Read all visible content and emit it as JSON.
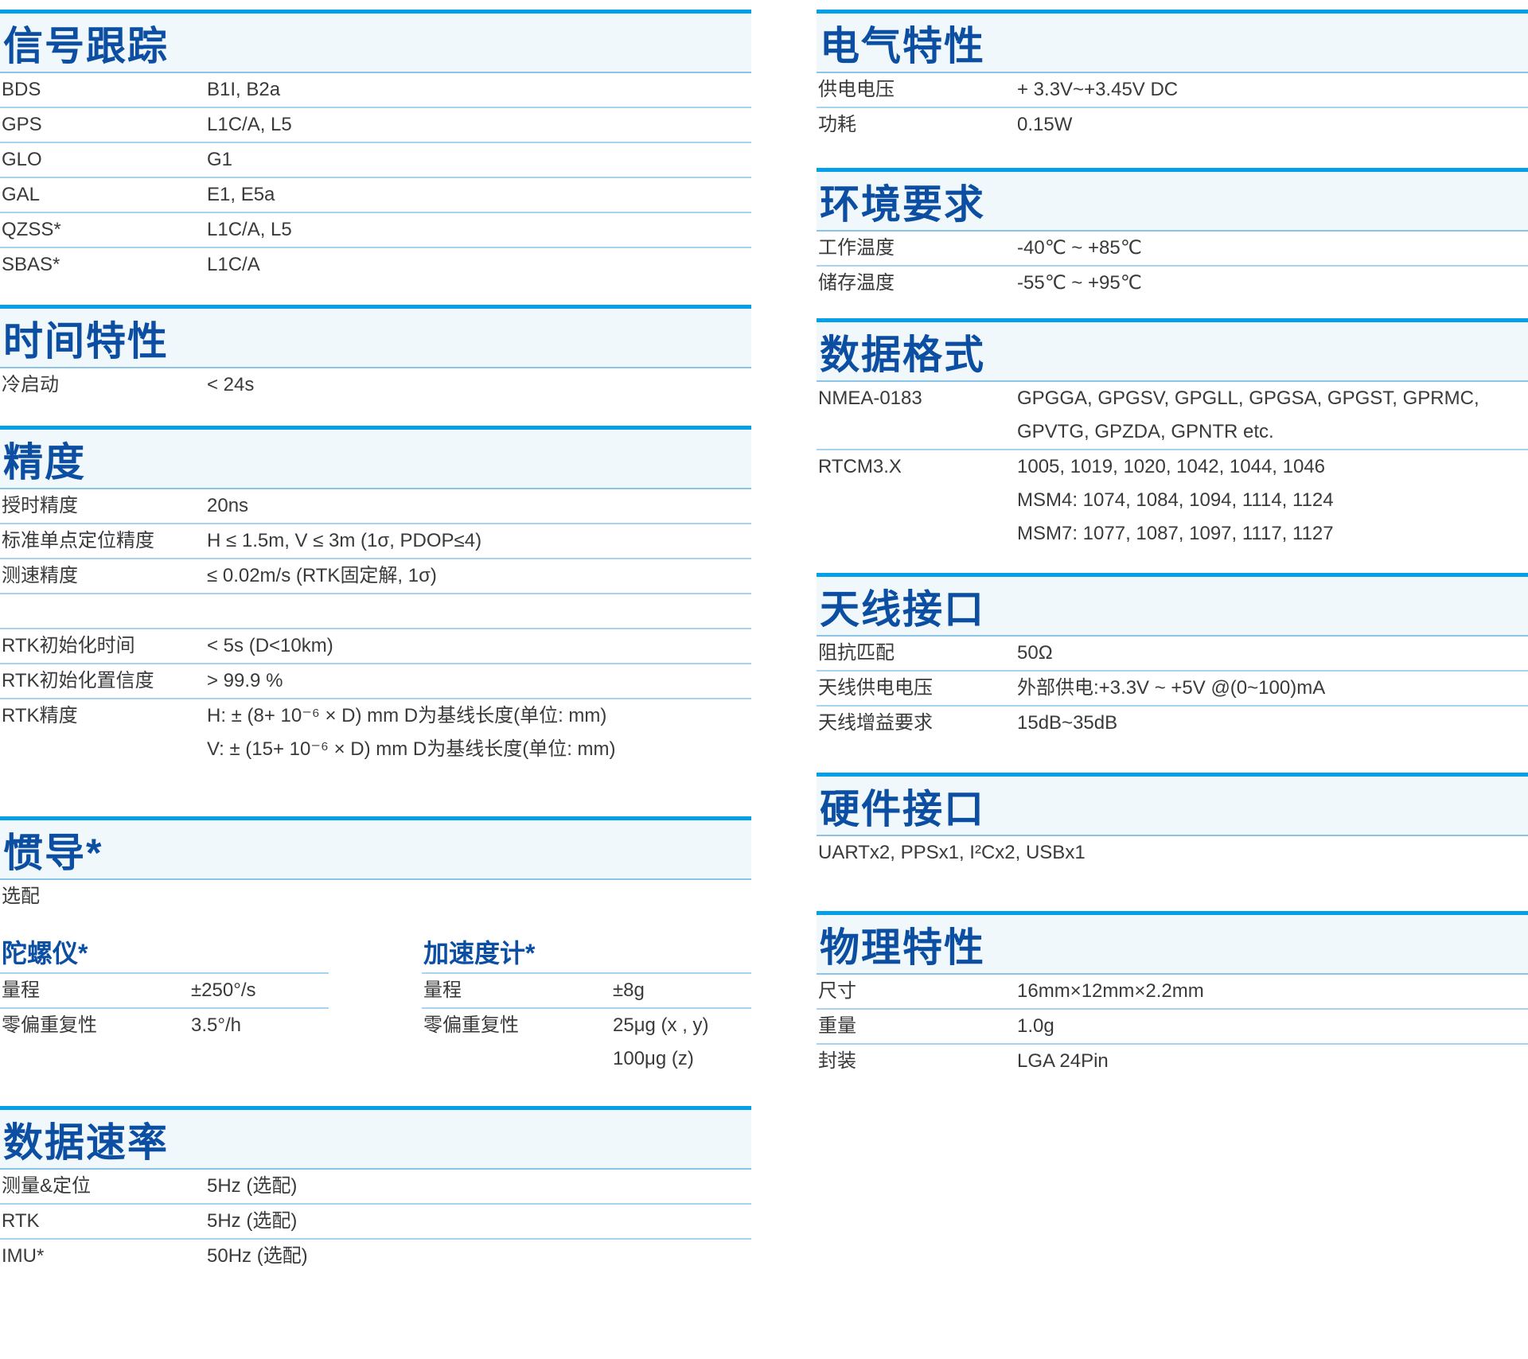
{
  "left": [
    {
      "title": "信号跟踪",
      "rows": [
        {
          "label": "BDS",
          "values": [
            "B1I, B2a"
          ]
        },
        {
          "label": "GPS",
          "values": [
            "L1C/A, L5"
          ]
        },
        {
          "label": "GLO",
          "values": [
            "G1"
          ]
        },
        {
          "label": "GAL",
          "values": [
            "E1, E5a"
          ]
        },
        {
          "label": "QZSS*",
          "values": [
            "L1C/A, L5"
          ]
        },
        {
          "label": "SBAS*",
          "values": [
            "L1C/A"
          ]
        }
      ]
    },
    {
      "title": "时间特性",
      "rows": [
        {
          "label": "冷启动",
          "values": [
            "< 24s"
          ]
        }
      ]
    },
    {
      "title": "精度",
      "rows": [
        {
          "label": "授时精度",
          "values": [
            "20ns"
          ]
        },
        {
          "label": "标准单点定位精度",
          "values": [
            "H ≤ 1.5m, V ≤ 3m (1σ, PDOP≤4)"
          ]
        },
        {
          "label": "测速精度",
          "values": [
            "≤ 0.02m/s (RTK固定解, 1σ)"
          ]
        },
        {
          "label": "",
          "values": [
            ""
          ]
        },
        {
          "label": "RTK初始化时间",
          "values": [
            "< 5s (D<10km)"
          ]
        },
        {
          "label": "RTK初始化置信度",
          "values": [
            "> 99.9 %"
          ]
        },
        {
          "label": "RTK精度",
          "values": [
            "H: ± (8+ 10⁻⁶ × D) mm      D为基线长度(单位: mm)",
            "V: ± (15+ 10⁻⁶ × D) mm    D为基线长度(单位: mm)"
          ]
        }
      ]
    },
    {
      "title": "惯导*",
      "note": "选配",
      "rows": []
    },
    {
      "title": "数据速率",
      "rows": [
        {
          "label": "测量&定位",
          "values": [
            "5Hz (选配)"
          ]
        },
        {
          "label": "RTK",
          "values": [
            "5Hz (选配)"
          ]
        },
        {
          "label": "IMU*",
          "values": [
            "50Hz (选配)"
          ]
        }
      ]
    }
  ],
  "imu": [
    {
      "title": "陀螺仪*",
      "rows": [
        {
          "label": "量程",
          "values": [
            "±250°/s"
          ]
        },
        {
          "label": "零偏重复性",
          "values": [
            "3.5°/h"
          ]
        }
      ]
    },
    {
      "title": "加速度计*",
      "rows": [
        {
          "label": "量程",
          "values": [
            "±8g"
          ]
        },
        {
          "label": "零偏重复性",
          "values": [
            "25μg   (x , y)",
            "100μg   (z)"
          ]
        }
      ]
    }
  ],
  "right": [
    {
      "title": "电气特性",
      "rows": [
        {
          "label": "供电电压",
          "values": [
            "+ 3.3V~+3.45V DC"
          ]
        },
        {
          "label": "功耗",
          "values": [
            "0.15W"
          ]
        }
      ]
    },
    {
      "title": "环境要求",
      "rows": [
        {
          "label": "工作温度",
          "values": [
            "-40℃ ~ +85℃"
          ]
        },
        {
          "label": "储存温度",
          "values": [
            "-55℃ ~ +95℃"
          ]
        }
      ]
    },
    {
      "title": "数据格式",
      "rows": [
        {
          "label": "NMEA-0183",
          "values": [
            "GPGGA, GPGSV, GPGLL, GPGSA, GPGST, GPRMC,",
            "GPVTG, GPZDA, GPNTR etc."
          ]
        },
        {
          "label": "RTCM3.X",
          "values": [
            "1005, 1019, 1020, 1042, 1044, 1046",
            "MSM4: 1074, 1084, 1094, 1114, 1124",
            "MSM7: 1077, 1087, 1097, 1117, 1127"
          ]
        }
      ]
    },
    {
      "title": "天线接口",
      "rows": [
        {
          "label": "阻抗匹配",
          "values": [
            "50Ω"
          ]
        },
        {
          "label": "天线供电电压",
          "values": [
            "外部供电:+3.3V ~ +5V @(0~100)mA"
          ]
        },
        {
          "label": "天线增益要求",
          "values": [
            "15dB~35dB"
          ]
        }
      ]
    },
    {
      "title": "硬件接口",
      "note": "UARTx2, PPSx1, I²Cx2, USBx1",
      "rows": []
    },
    {
      "title": "物理特性",
      "rows": [
        {
          "label": "尺寸",
          "values": [
            "16mm×12mm×2.2mm"
          ]
        },
        {
          "label": "重量",
          "values": [
            "1.0g"
          ]
        },
        {
          "label": "封装",
          "values": [
            "LGA 24Pin"
          ]
        }
      ]
    }
  ]
}
